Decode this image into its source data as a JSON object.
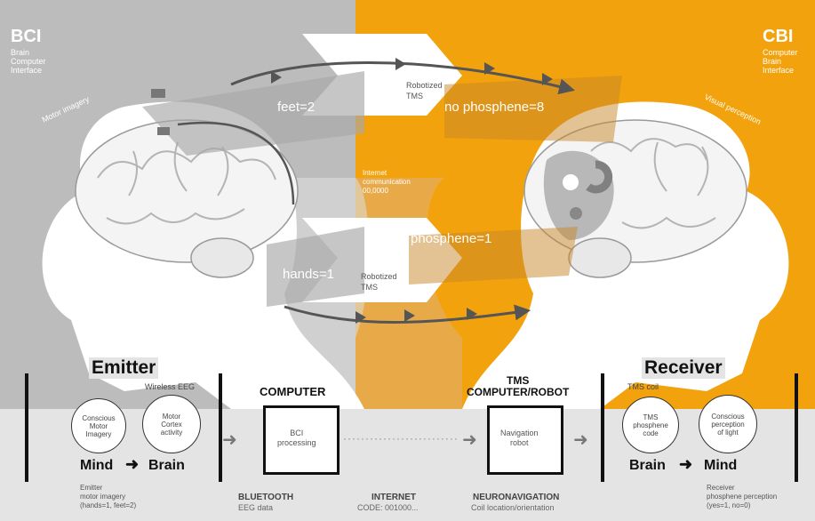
{
  "bci": {
    "title": "BCI",
    "subtitle": "Brain\nComputer\nInterface"
  },
  "cbi": {
    "title": "CBI",
    "subtitle": "Computer\nBrain\nInterface"
  },
  "labels": {
    "feet": "feet=2",
    "hands": "hands=1",
    "phosphene8": "no phosphene=8",
    "phosphene1": "phosphene=1",
    "robotized_tms_top": "Robotized\nTMS",
    "robotized_tms_bottom": "Robotized\nTMS",
    "internet_mid": "Internet\ncommunication\n00,0000",
    "motor_imagery": "Motor imagery",
    "visual_perception": "Visual perception"
  },
  "emitter": {
    "title": "Emitter",
    "wireless": "Wireless EEG",
    "circle1": "Conscious\nMotor\nImagery",
    "circle2": "Motor\nCortex\nactivity",
    "mind": "Mind",
    "brain": "Brain",
    "caption": "Emitter\nmotor imagery\n(hands=1, feet=2)"
  },
  "computer": {
    "title": "COMPUTER",
    "box": "BCI\nprocessing",
    "caption_title": "BLUETOOTH",
    "caption": "EEG data"
  },
  "internet": {
    "title": "INTERNET",
    "caption": "CODE: 001000..."
  },
  "tms": {
    "title": "TMS\nCOMPUTER/ROBOT",
    "box": "Navigation\nrobot",
    "caption_title": "NEURONAVIGATION",
    "caption": "Coil location/orientation"
  },
  "receiver": {
    "title": "Receiver",
    "tms_coil": "TMS coil",
    "circle1": "TMS\nphosphene\ncode",
    "circle2": "Conscious\nperception\nof light",
    "brain": "Brain",
    "mind": "Mind",
    "caption": "Receiver\nphosphene perception\n(yes=1, no=0)"
  },
  "colors": {
    "gray": "#bcbcbc",
    "orange": "#f2a20c",
    "bottom": "#e4e4e4",
    "arrow": "#555555"
  }
}
